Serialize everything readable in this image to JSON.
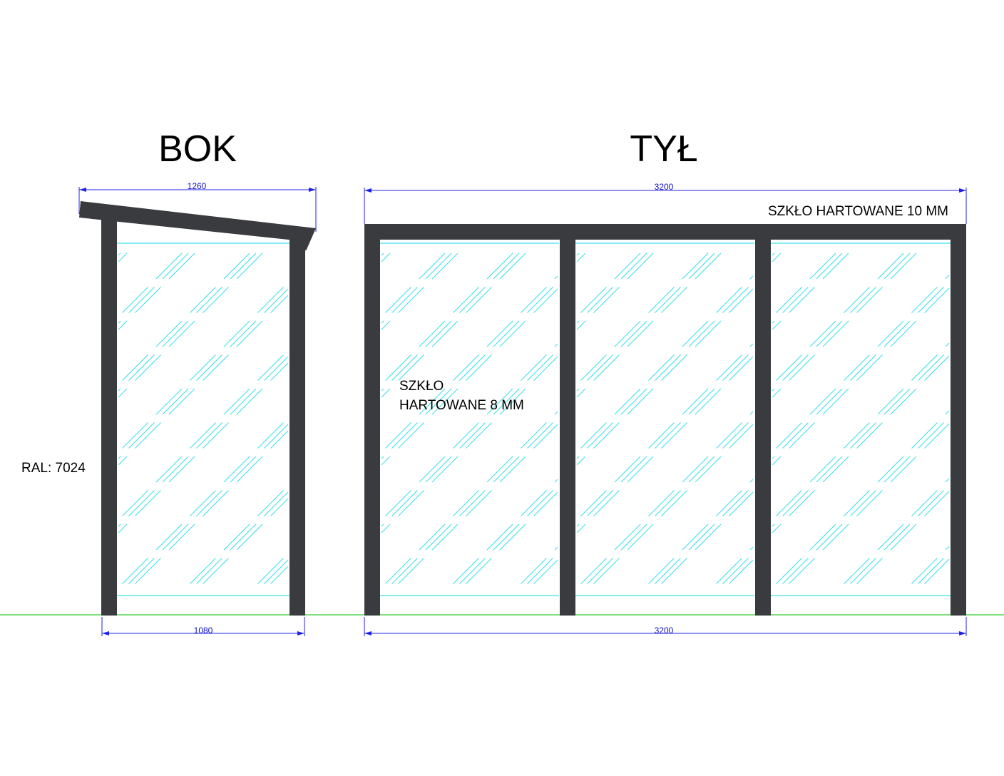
{
  "titles": {
    "side": "BOK",
    "back": "TYŁ"
  },
  "dimensions": {
    "side_top": "1260",
    "side_bottom": "1080",
    "back_top": "3200",
    "back_bottom": "3200"
  },
  "notes": {
    "roof_glass": "SZKŁO HARTOWANE 10 MM",
    "wall_glass_line1": "SZKŁO",
    "wall_glass_line2": "HARTOWANE 8 MM",
    "color": "RAL: 7024"
  },
  "colors": {
    "frame": "#3a3b3f",
    "glass": "#3fe0e6",
    "dimension": "#1010c8",
    "ground": "#33cc33"
  }
}
